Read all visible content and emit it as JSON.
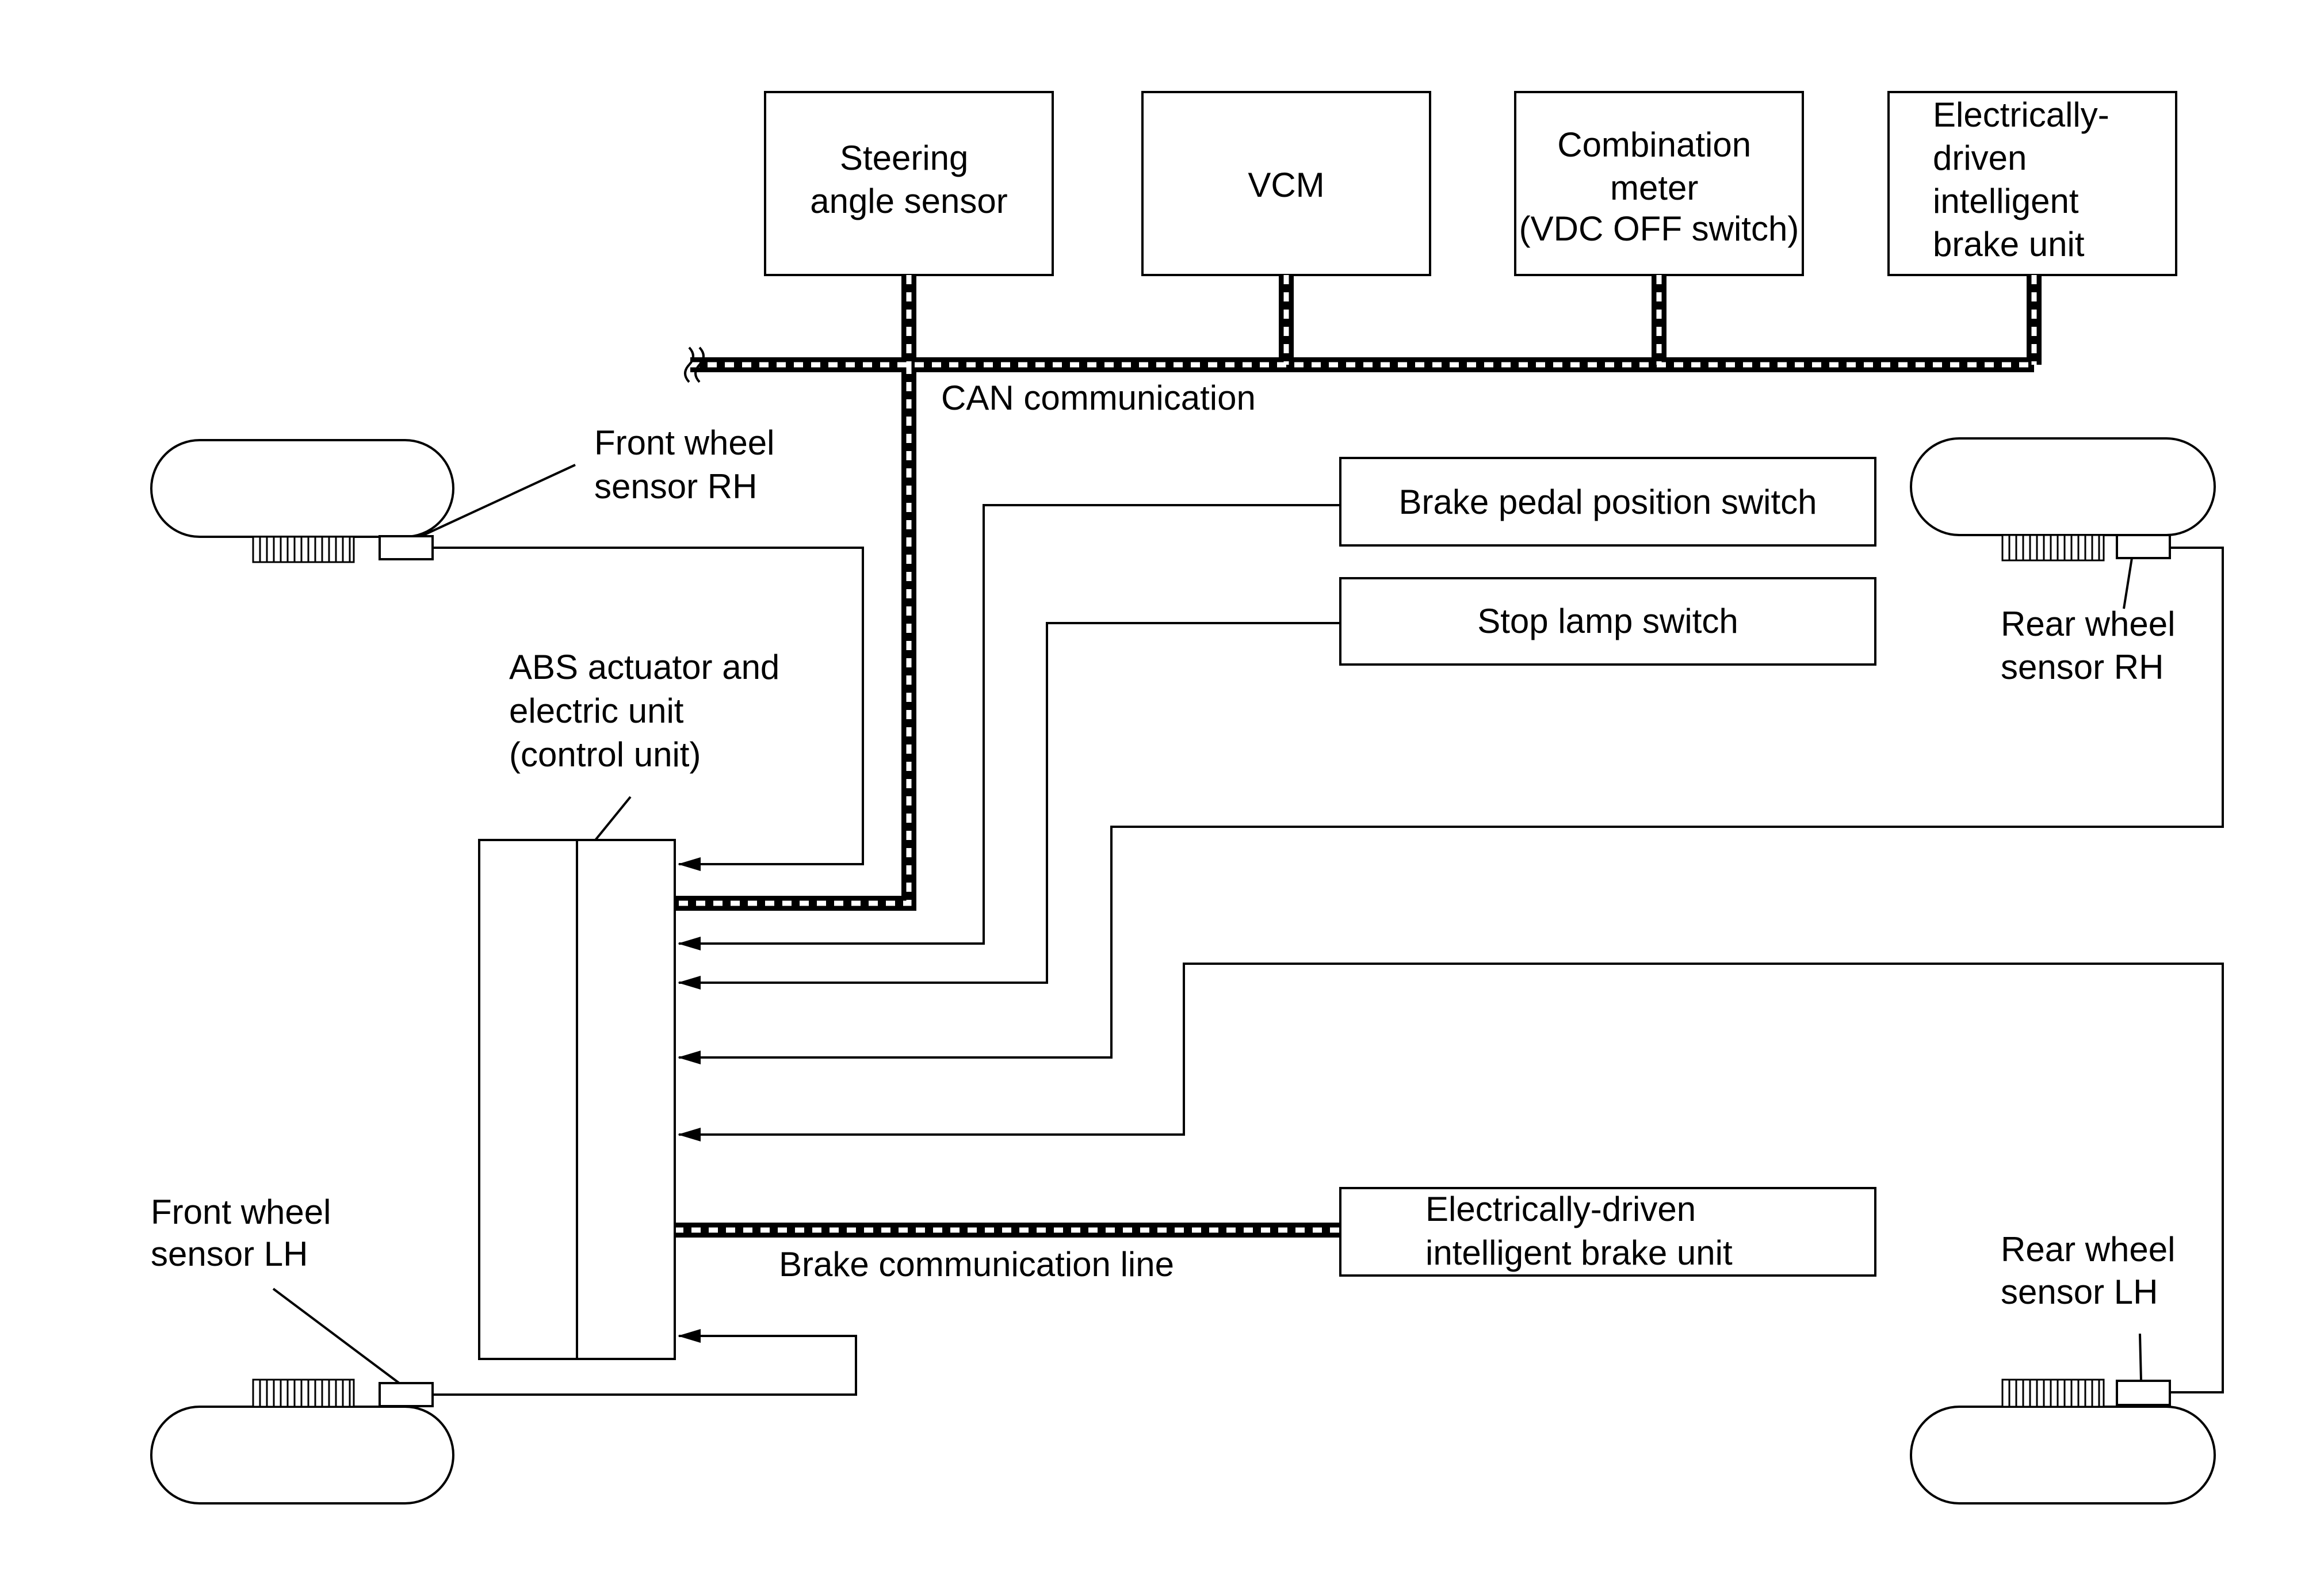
{
  "boxes": {
    "steering_angle_sensor": [
      "Steering",
      "angle sensor"
    ],
    "vcm": [
      "VCM"
    ],
    "combination_meter": [
      "Combination",
      "meter",
      "(VDC OFF switch)"
    ],
    "brake_unit_top": [
      "Electrically-",
      "driven",
      "intelligent",
      "brake unit"
    ],
    "brake_pedal_position_switch": [
      "Brake pedal position switch"
    ],
    "stop_lamp_switch": [
      "Stop lamp switch"
    ],
    "brake_unit_bottom": [
      "Electrically-driven",
      "intelligent brake unit"
    ]
  },
  "labels": {
    "can_communication": "CAN communication",
    "brake_communication_line": "Brake communication line",
    "abs_unit": [
      "ABS actuator and",
      "electric unit",
      "(control unit)"
    ],
    "front_wheel_sensor_rh": [
      "Front wheel",
      "sensor RH"
    ],
    "front_wheel_sensor_lh": [
      "Front wheel",
      "sensor LH"
    ],
    "rear_wheel_sensor_rh": [
      "Rear wheel",
      "sensor RH"
    ],
    "rear_wheel_sensor_lh": [
      "Rear wheel",
      "sensor LH"
    ]
  },
  "icons": {
    "bus_break": "wavy-break-icon",
    "wheel": "tire-icon",
    "sensor": "wheel-sensor-icon",
    "tone_ring": "tone-ring-icon"
  }
}
